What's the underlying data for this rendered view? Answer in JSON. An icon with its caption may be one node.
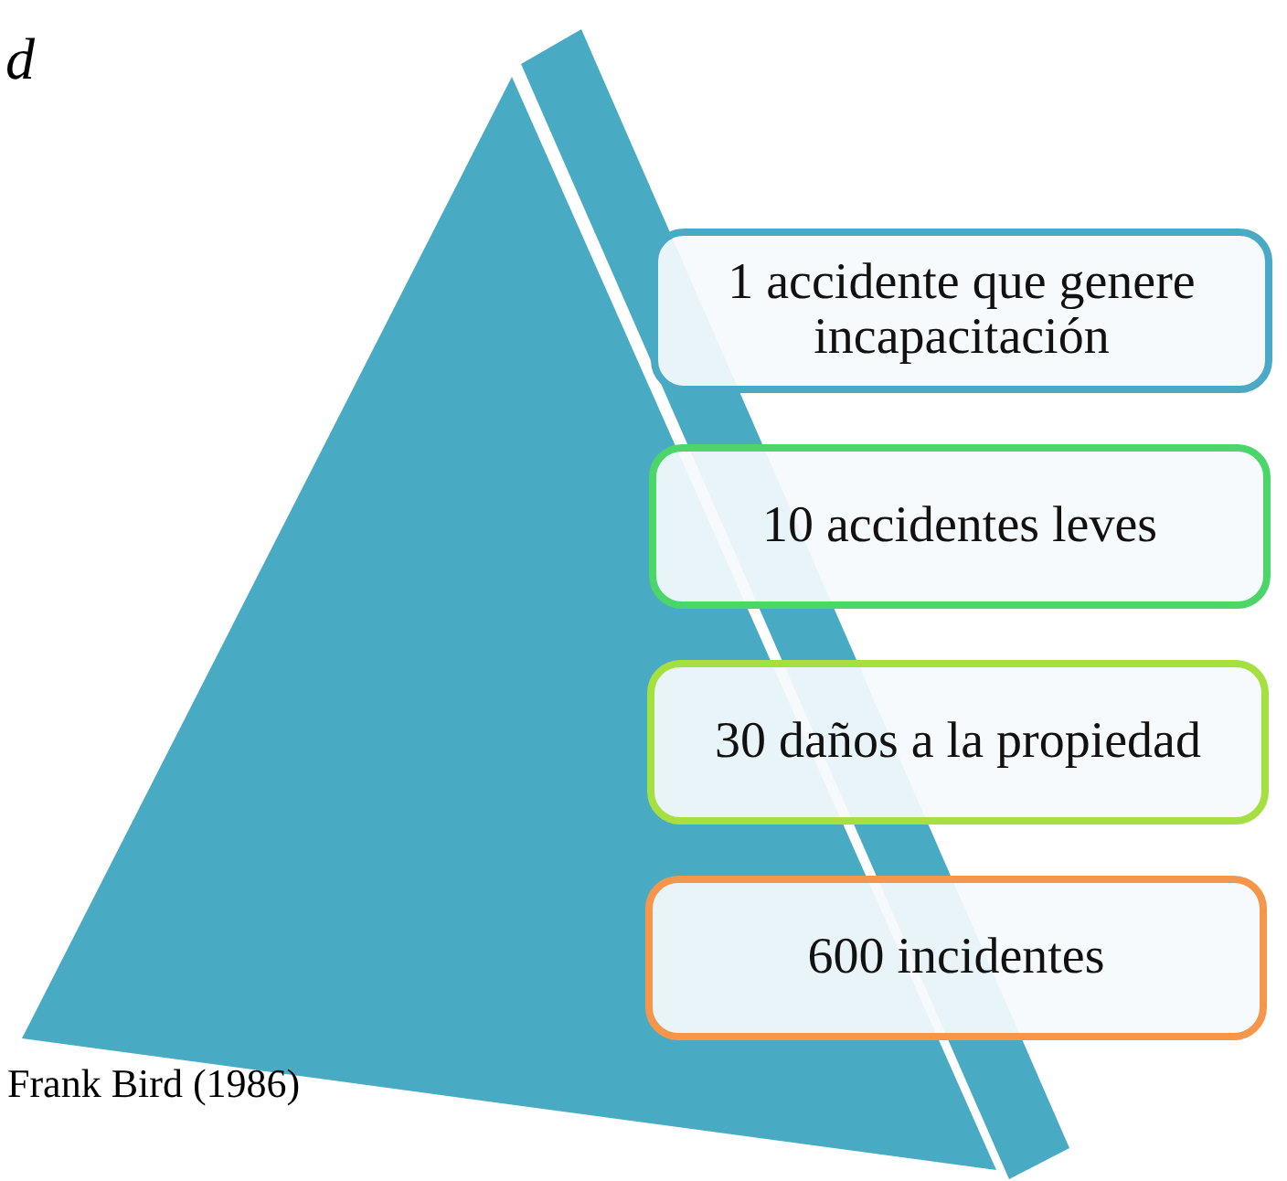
{
  "diagram": {
    "caption": "Frank Bird (1986)",
    "nodes": [
      {
        "text": [
          "1 accidente que genere incapacitación"
        ]
      },
      {
        "text": [
          "10 accidentes leves"
        ]
      },
      {
        "text": [
          "30 daños a la propiedad"
        ]
      },
      {
        "text": [
          "600 incidentes"
        ]
      }
    ],
    "edges": [],
    "labels": [
      "d"
    ]
  }
}
